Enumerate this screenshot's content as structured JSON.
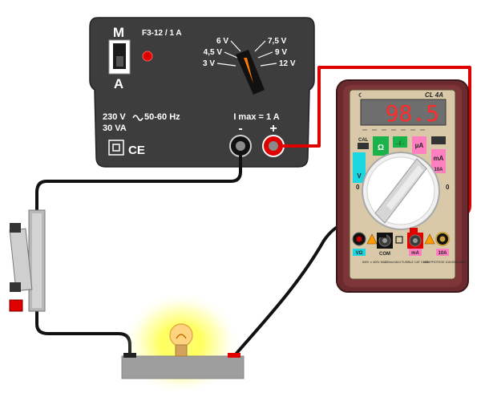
{
  "power_supply": {
    "switch_top": "M",
    "switch_bottom": "A",
    "fuse_label": "F3-12 / 1 A",
    "voltage_labels": [
      "3 V",
      "4,5 V",
      "6 V",
      "7,5 V",
      "9 V",
      "12 V"
    ],
    "mains_line1": "230 V",
    "mains_freq": "50-60 Hz",
    "power_rating": "30 VA",
    "imax_label": "I max = 1 A",
    "minus_sign": "-",
    "plus_sign": "+",
    "ce_mark": "CE",
    "colors": {
      "body": "#3d3d3d",
      "led": "#e00000",
      "knob_pointer": "#ff7a00"
    }
  },
  "multimeter": {
    "model": "CL 4A",
    "display_value": "98.5",
    "range_labels": {
      "cal": "CAL",
      "ohm": "Ω",
      "diode": "→|→",
      "ua": "μA",
      "ma_right": "mA",
      "ma_bottom": "mA",
      "ten_a": "10A",
      "v_ac": "V",
      "off": "0"
    },
    "jack_labels": [
      "VΩ",
      "COM",
      "mA",
      "10A"
    ],
    "note_left": "600V ≂ 600V MAX",
    "note_mid": "330mA MAX FUSIBLE CAT II 600V",
    "note_right": "NON PROTEGE 10A/30sec MAX",
    "colors": {
      "case": "#6b2b2e",
      "panel": "#d9c9a8",
      "display_bg": "#6e6e6e",
      "display_digits": "#ff2a2a"
    }
  },
  "wire_colors": {
    "red": "#e00000",
    "black": "#111111"
  }
}
